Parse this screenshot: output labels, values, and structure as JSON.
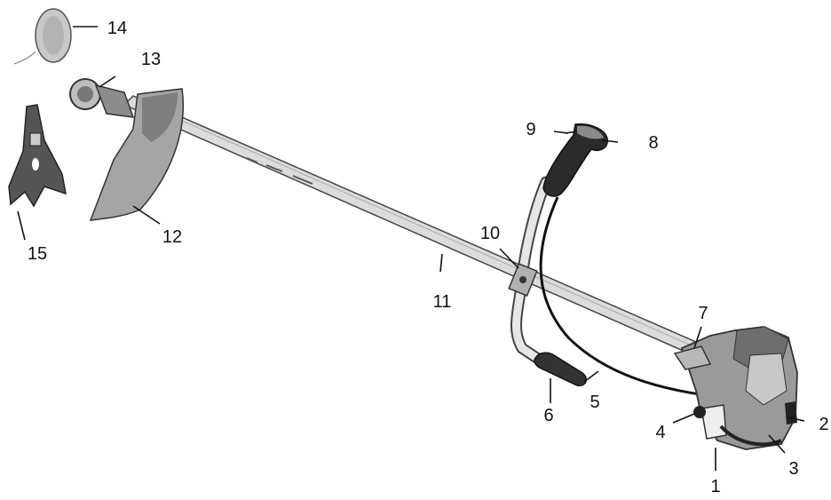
{
  "callouts": [
    {
      "id": "c1",
      "label": "1"
    },
    {
      "id": "c2",
      "label": "2"
    },
    {
      "id": "c3",
      "label": "3"
    },
    {
      "id": "c4",
      "label": "4"
    },
    {
      "id": "c5",
      "label": "5"
    },
    {
      "id": "c6",
      "label": "6"
    },
    {
      "id": "c7",
      "label": "7"
    },
    {
      "id": "c8",
      "label": "8"
    },
    {
      "id": "c9",
      "label": "9"
    },
    {
      "id": "c10",
      "label": "10"
    },
    {
      "id": "c11",
      "label": "11"
    },
    {
      "id": "c12",
      "label": "12"
    },
    {
      "id": "c13",
      "label": "13"
    },
    {
      "id": "c14",
      "label": "14"
    },
    {
      "id": "c15",
      "label": "15"
    }
  ],
  "colors": {
    "ink": "#111111",
    "part_light": "#d9d9d9",
    "part_mid": "#a8a8a8",
    "part_dark": "#555555",
    "grip": "#2a2a2a"
  }
}
